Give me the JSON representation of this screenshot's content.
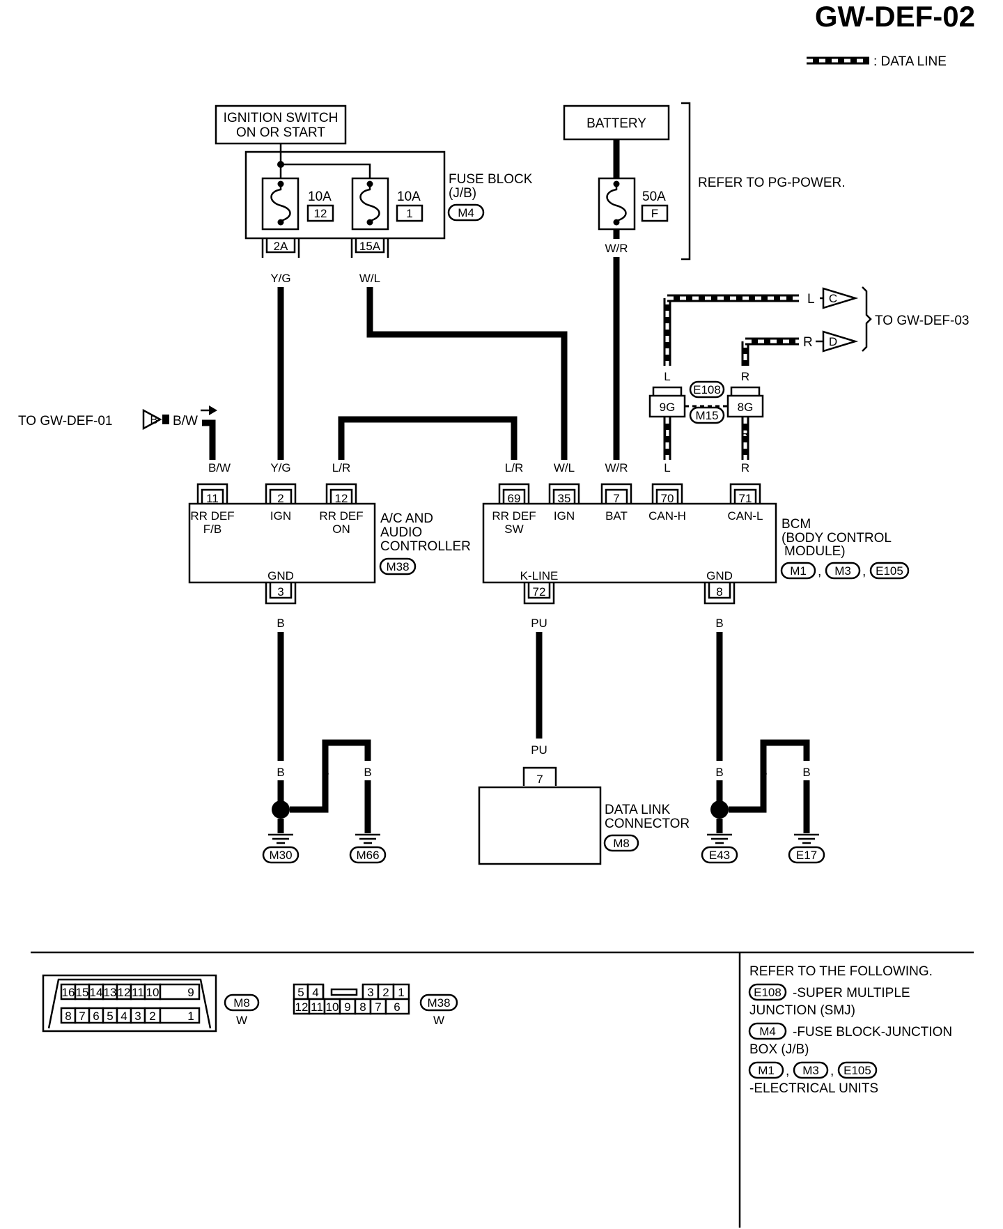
{
  "page_title": "GW-DEF-02",
  "legend": {
    "data_line": ": DATA LINE"
  },
  "ignition": {
    "line1": "IGNITION SWITCH",
    "line2": "ON OR START"
  },
  "battery": "BATTERY",
  "refer_pg": "REFER TO PG-POWER.",
  "fuse_block": {
    "line1": "FUSE BLOCK",
    "line2": "(J/B)",
    "connector": "M4"
  },
  "fuses": [
    {
      "amps": "10A",
      "num": "12",
      "out": "2A",
      "wire": "Y/G"
    },
    {
      "amps": "10A",
      "num": "1",
      "out": "15A",
      "wire": "W/L"
    },
    {
      "amps": "50A",
      "num": "F",
      "wire": "W/R"
    }
  ],
  "to_def03": "TO GW-DEF-03",
  "to_def01": "TO GW-DEF-01",
  "arrows": {
    "c": "C",
    "d": "D",
    "b": "B"
  },
  "smj": {
    "left_pin": "9G",
    "right_pin": "8G",
    "top_conn": "E108",
    "bottom_conn": "M15",
    "wire_l": "L",
    "wire_r": "R"
  },
  "ac_controller": {
    "line1": "A/C AND",
    "line2": "AUDIO",
    "line3": "CONTROLLER",
    "connector": "M38",
    "pins": [
      {
        "num": "11",
        "wire": "B/W",
        "label1": "RR DEF",
        "label2": "F/B"
      },
      {
        "num": "2",
        "wire": "Y/G",
        "label1": "IGN",
        "label2": ""
      },
      {
        "num": "12",
        "wire": "L/R",
        "label1": "RR DEF",
        "label2": "ON"
      }
    ],
    "gnd": {
      "label": "GND",
      "num": "3",
      "wire": "B"
    }
  },
  "bcm": {
    "line1": "BCM",
    "line2": "(BODY CONTROL",
    "line3": "MODULE)",
    "connectors": [
      "M1",
      "M3",
      "E105"
    ],
    "pins": [
      {
        "num": "69",
        "wire": "L/R",
        "label1": "RR DEF",
        "label2": "SW"
      },
      {
        "num": "35",
        "wire": "W/L",
        "label1": "IGN",
        "label2": ""
      },
      {
        "num": "7",
        "wire": "W/R",
        "label1": "BAT",
        "label2": ""
      },
      {
        "num": "70",
        "wire": "L",
        "label1": "CAN-H",
        "label2": ""
      },
      {
        "num": "71",
        "wire": "R",
        "label1": "CAN-L",
        "label2": ""
      }
    ],
    "kline": {
      "label": "K-LINE",
      "num": "72",
      "wire": "PU"
    },
    "gnd": {
      "label": "GND",
      "num": "8",
      "wire": "B"
    }
  },
  "dlc": {
    "line1": "DATA LINK",
    "line2": "CONNECTOR",
    "connector": "M8",
    "pin": "7",
    "wire": "PU"
  },
  "grounds": [
    {
      "conn": "M30",
      "wire": "B"
    },
    {
      "conn": "M66",
      "wire": "B"
    },
    {
      "conn": "E43",
      "wire": "B"
    },
    {
      "conn": "E17",
      "wire": "B"
    }
  ],
  "ground_branch_wire": "B",
  "connector_views": {
    "m8": {
      "name": "M8",
      "color": "W",
      "top": [
        "16",
        "15",
        "14",
        "13",
        "12",
        "11",
        "10",
        "9"
      ],
      "bottom": [
        "8",
        "7",
        "6",
        "5",
        "4",
        "3",
        "2",
        "1"
      ]
    },
    "m38": {
      "name": "M38",
      "color": "W",
      "top_left": [
        "5",
        "4"
      ],
      "top_right": [
        "3",
        "2",
        "1"
      ],
      "bottom": [
        "12",
        "11",
        "10",
        "9",
        "8",
        "7",
        "6"
      ]
    }
  },
  "refer_notes": {
    "header": "REFER TO THE FOLLOWING.",
    "items": [
      {
        "conns": [
          "E108"
        ],
        "line1": "-SUPER MULTIPLE",
        "line2": "JUNCTION (SMJ)"
      },
      {
        "conns": [
          "M4"
        ],
        "line1": "-FUSE BLOCK-JUNCTION",
        "line2": "BOX (J/B)"
      },
      {
        "conns": [
          "M1",
          "M3",
          "E105"
        ],
        "line1": "",
        "line2": "-ELECTRICAL UNITS"
      }
    ]
  }
}
